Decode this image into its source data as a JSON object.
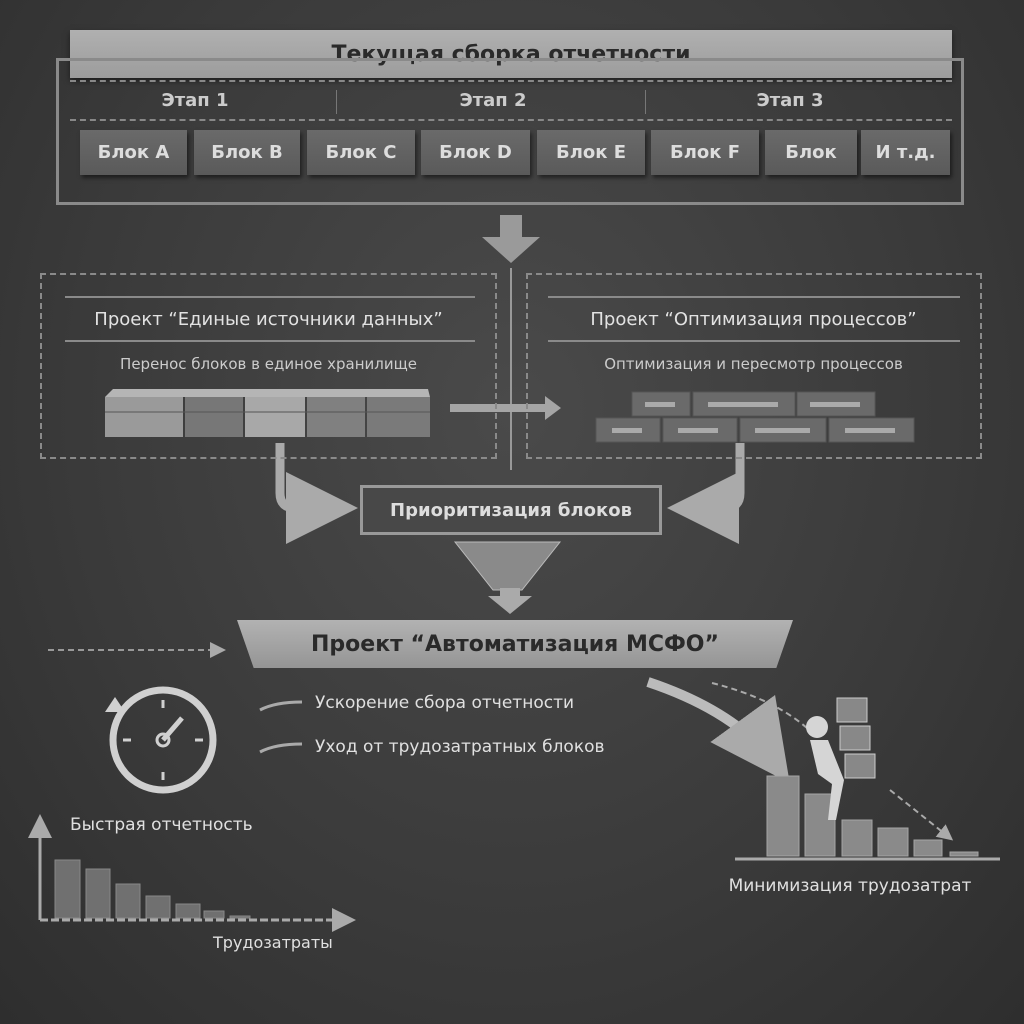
{
  "header": {
    "title": "Текущая сборка отчетности"
  },
  "stages": [
    "Этап 1",
    "Этап 2",
    "Этап 3"
  ],
  "blocks": [
    "Блок A",
    "Блок B",
    "Блок C",
    "Блок D",
    "Блок E",
    "Блок F",
    "Блок",
    "И т.д."
  ],
  "project_left": {
    "title": "Проект “Единые источники данных”",
    "subtitle": "Перенос блоков в единое хранилище"
  },
  "project_right": {
    "title": "Проект “Оптимизация процессов”",
    "subtitle": "Оптимизация и пересмотр процессов"
  },
  "prioritization": "Приоритизация блоков",
  "main_project": "Проект “Автоматизация МСФО”",
  "bullets": [
    "Ускорение сбора отчетности",
    "Уход от трудозатратных блоков"
  ],
  "left_chart": {
    "ylabel": "Быстрая отчетность",
    "xlabel": "Трудозатраты"
  },
  "right_label": "Минимизация трудозатрат"
}
